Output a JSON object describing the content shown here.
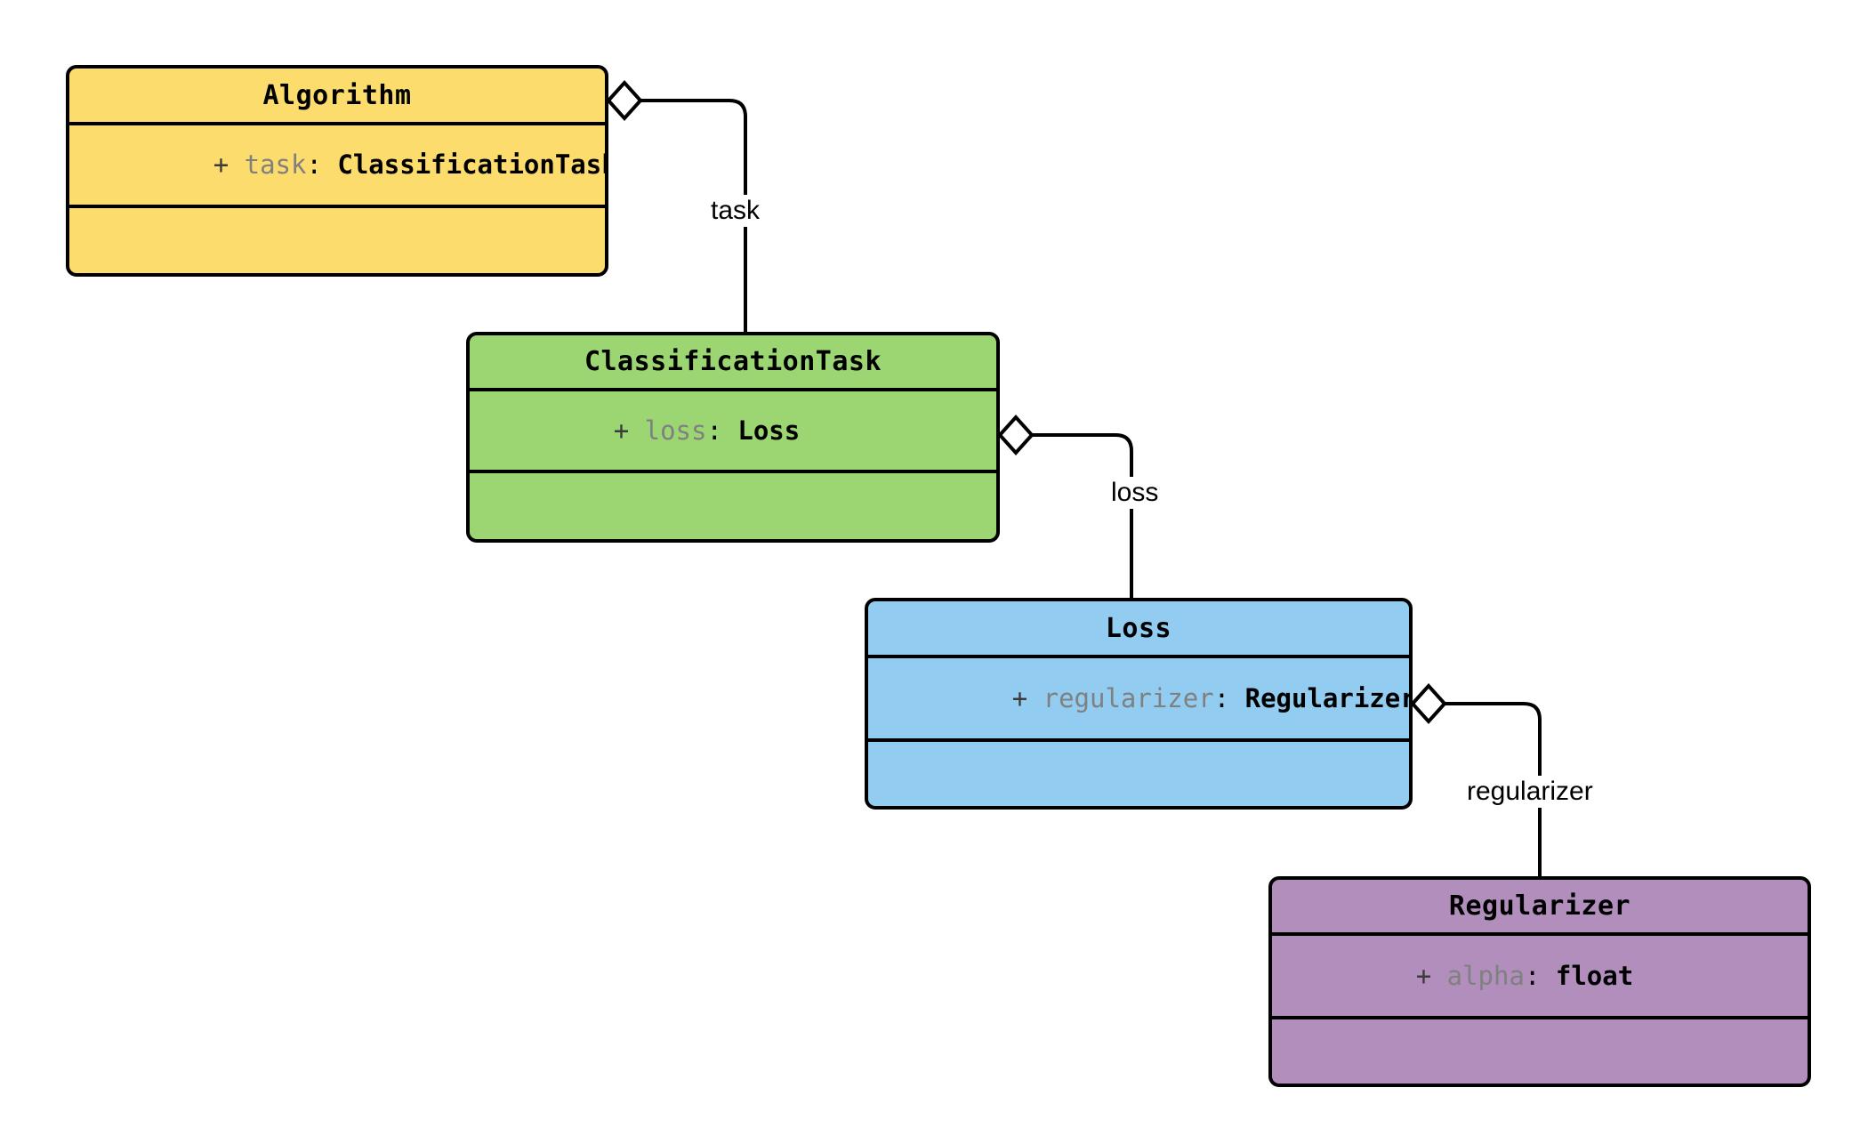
{
  "diagram": {
    "type": "uml-class-diagram",
    "background": "#ffffff",
    "classes": [
      {
        "id": "algorithm",
        "name": "Algorithm",
        "fill": "#fcdc6c",
        "attributes": [
          {
            "visibility": "+",
            "name": "task",
            "separator": ": ",
            "type": "ClassificationTask"
          }
        ],
        "methods": []
      },
      {
        "id": "classification-task",
        "name": "ClassificationTask",
        "fill": "#9bd673",
        "attributes": [
          {
            "visibility": "+",
            "name": "loss",
            "separator": ": ",
            "type": "Loss"
          }
        ],
        "methods": []
      },
      {
        "id": "loss",
        "name": "Loss",
        "fill": "#92ccf0",
        "attributes": [
          {
            "visibility": "+",
            "name": "regularizer",
            "separator": ": ",
            "type": "Regularizer"
          }
        ],
        "methods": []
      },
      {
        "id": "regularizer",
        "name": "Regularizer",
        "fill": "#b28ebc",
        "attributes": [
          {
            "visibility": "+",
            "name": "alpha",
            "separator": ": ",
            "type": "float"
          }
        ],
        "methods": []
      }
    ],
    "relations": [
      {
        "id": "rel-task",
        "from": "algorithm",
        "to": "classification-task",
        "kind": "aggregation",
        "label": "task"
      },
      {
        "id": "rel-loss",
        "from": "classification-task",
        "to": "loss",
        "kind": "aggregation",
        "label": "loss"
      },
      {
        "id": "rel-regularizer",
        "from": "loss",
        "to": "regularizer",
        "kind": "aggregation",
        "label": "regularizer"
      }
    ]
  }
}
